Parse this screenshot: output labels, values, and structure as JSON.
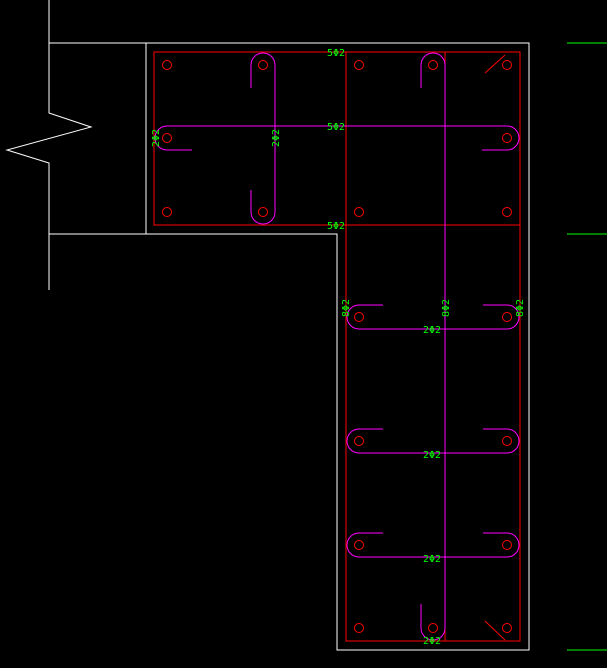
{
  "colors": {
    "background": "#000000",
    "outline": "#ffffff",
    "rebar": "#ff0000",
    "stirrup": "#ff00ff",
    "annotation": "#00ff00"
  },
  "labels": {
    "top_edge": "5Φ2",
    "flange_mid": "5Φ2",
    "flange_bottom": "5Φ2",
    "flange_left_vertical": "2Φ2",
    "flange_inner_vertical": "2Φ2",
    "web_left_vertical": "8Φ2",
    "web_mid_vertical": "8Φ2",
    "web_right_vertical": "8Φ2",
    "web_tie_1": "2Φ2",
    "web_tie_2": "2Φ2",
    "web_tie_3": "2Φ2",
    "web_bottom": "2Φ2"
  }
}
